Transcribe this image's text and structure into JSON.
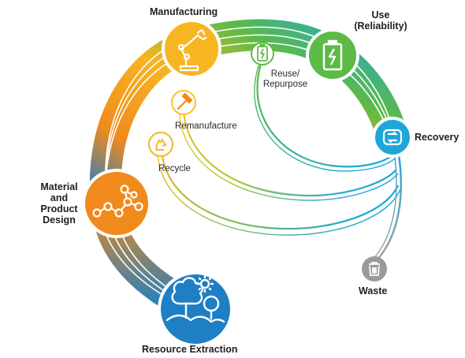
{
  "diagram": {
    "stages": {
      "manufacturing": "Manufacturing",
      "use_line1": "Use",
      "use_line2": "(Reliability)",
      "recovery": "Recovery",
      "material_line1": "Material",
      "material_line2": "and",
      "material_line3": "Product",
      "material_line4": "Design",
      "resource_extraction": "Resource Extraction",
      "waste": "Waste"
    },
    "loops": {
      "reuse_line1": "Reuse/",
      "reuse_line2": "Repurpose",
      "remanufacture": "Remanufacture",
      "recycle": "Recycle"
    },
    "icons": {
      "manufacturing": "robot-arm-icon",
      "use": "battery-charging-icon",
      "recovery": "recovery-cycle-icon",
      "material": "molecule-icon",
      "resource": "trees-gear-icon",
      "waste": "trash-can-icon",
      "reuse": "battery-charging-icon",
      "remanufacture": "hammer-icon",
      "recycle": "recycle-icon"
    },
    "colors": {
      "blue": "#1f7fc4",
      "orange": "#f08a1c",
      "yellow": "#f7b522",
      "green": "#5dba47",
      "cyan": "#1da7d8",
      "gray": "#9a9a9a"
    }
  }
}
